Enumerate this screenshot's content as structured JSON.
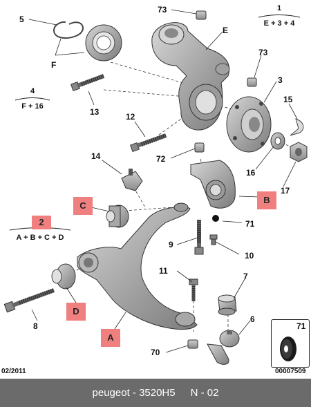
{
  "callouts": {
    "c5": "5",
    "cF": "F",
    "c73a": "73",
    "cE": "E",
    "c73b": "73",
    "c3": "3",
    "c13": "13",
    "c12": "12",
    "c15": "15",
    "c14": "14",
    "c72": "72",
    "c16": "16",
    "c17": "17",
    "c71": "71",
    "c9": "9",
    "c10": "10",
    "c11": "11",
    "c7": "7",
    "c8": "8",
    "c6": "6",
    "c70": "70"
  },
  "formulas": {
    "f1_top": "1",
    "f1_bottom": "E + 3 + 4",
    "f4_top": "4",
    "f4_bottom": "F + 16",
    "f2_top": "2",
    "f2_bottom": "A + B + C + D"
  },
  "boxes": {
    "B": "B",
    "C": "C",
    "D": "D",
    "A": "A"
  },
  "inset_label": "71",
  "date": "02/2011",
  "doc_number": "00007509",
  "footer": {
    "brand_part": "peugeot - 3520H5",
    "page": "N - 02"
  },
  "colors": {
    "part_fill": "#b3b3b3",
    "part_dark": "#7a7a7a",
    "box_red": "#f08080",
    "footer_bg": "#6b6b6b"
  }
}
